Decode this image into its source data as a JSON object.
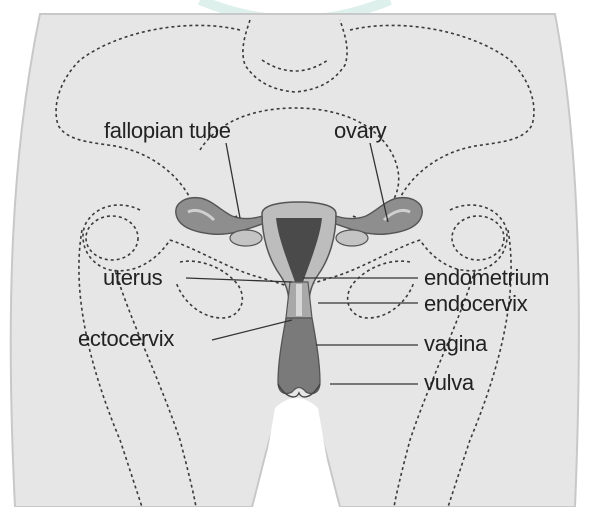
{
  "labels": {
    "fallopian_tube": "fallopian tube",
    "ovary": "ovary",
    "uterus": "uterus",
    "endometrium": "endometrium",
    "endocervix": "endocervix",
    "ectocervix": "ectocervix",
    "vagina": "vagina",
    "vulva": "vulva"
  },
  "colors": {
    "body_fill": "#e6e6e6",
    "body_outline": "#c8c8c8",
    "bone_outline": "#3a3a3a",
    "organ_light": "#c4c4c4",
    "organ_mid": "#8e8e8e",
    "organ_dark": "#4a4a4a",
    "leader_line": "#333333",
    "watermark": "#d4ece6"
  }
}
